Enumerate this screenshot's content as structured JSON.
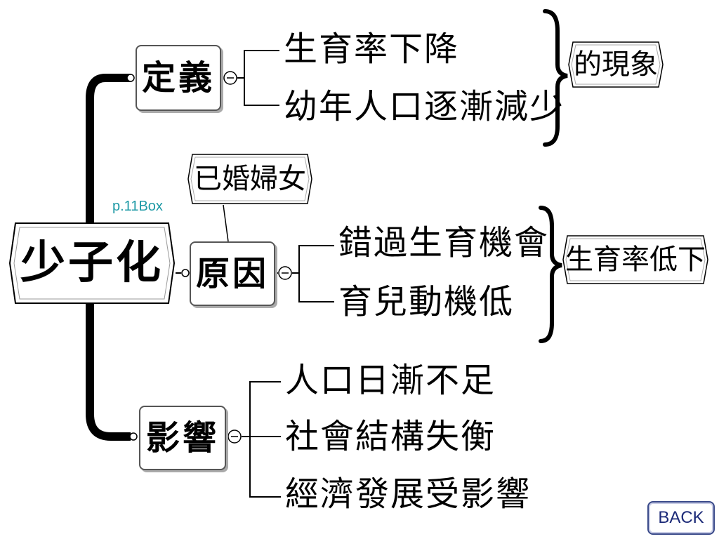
{
  "mindmap": {
    "root": {
      "label": "少子化"
    },
    "note_link": {
      "text": "p.11Box",
      "color": "#1f9aa6"
    },
    "branches": [
      {
        "label": "定義",
        "leaves": [
          "生育率下降",
          "幼年人口逐漸減少"
        ],
        "conclusion": "的現象"
      },
      {
        "label": "原因",
        "subject": "已婚婦女",
        "leaves": [
          "錯過生育機會",
          "育兒動機低"
        ],
        "conclusion": "生育率低下"
      },
      {
        "label": "影響",
        "leaves": [
          "人口日漸不足",
          "社會結構失衡",
          "經濟發展受影響"
        ]
      }
    ]
  },
  "nav": {
    "back_label": "BACK"
  }
}
